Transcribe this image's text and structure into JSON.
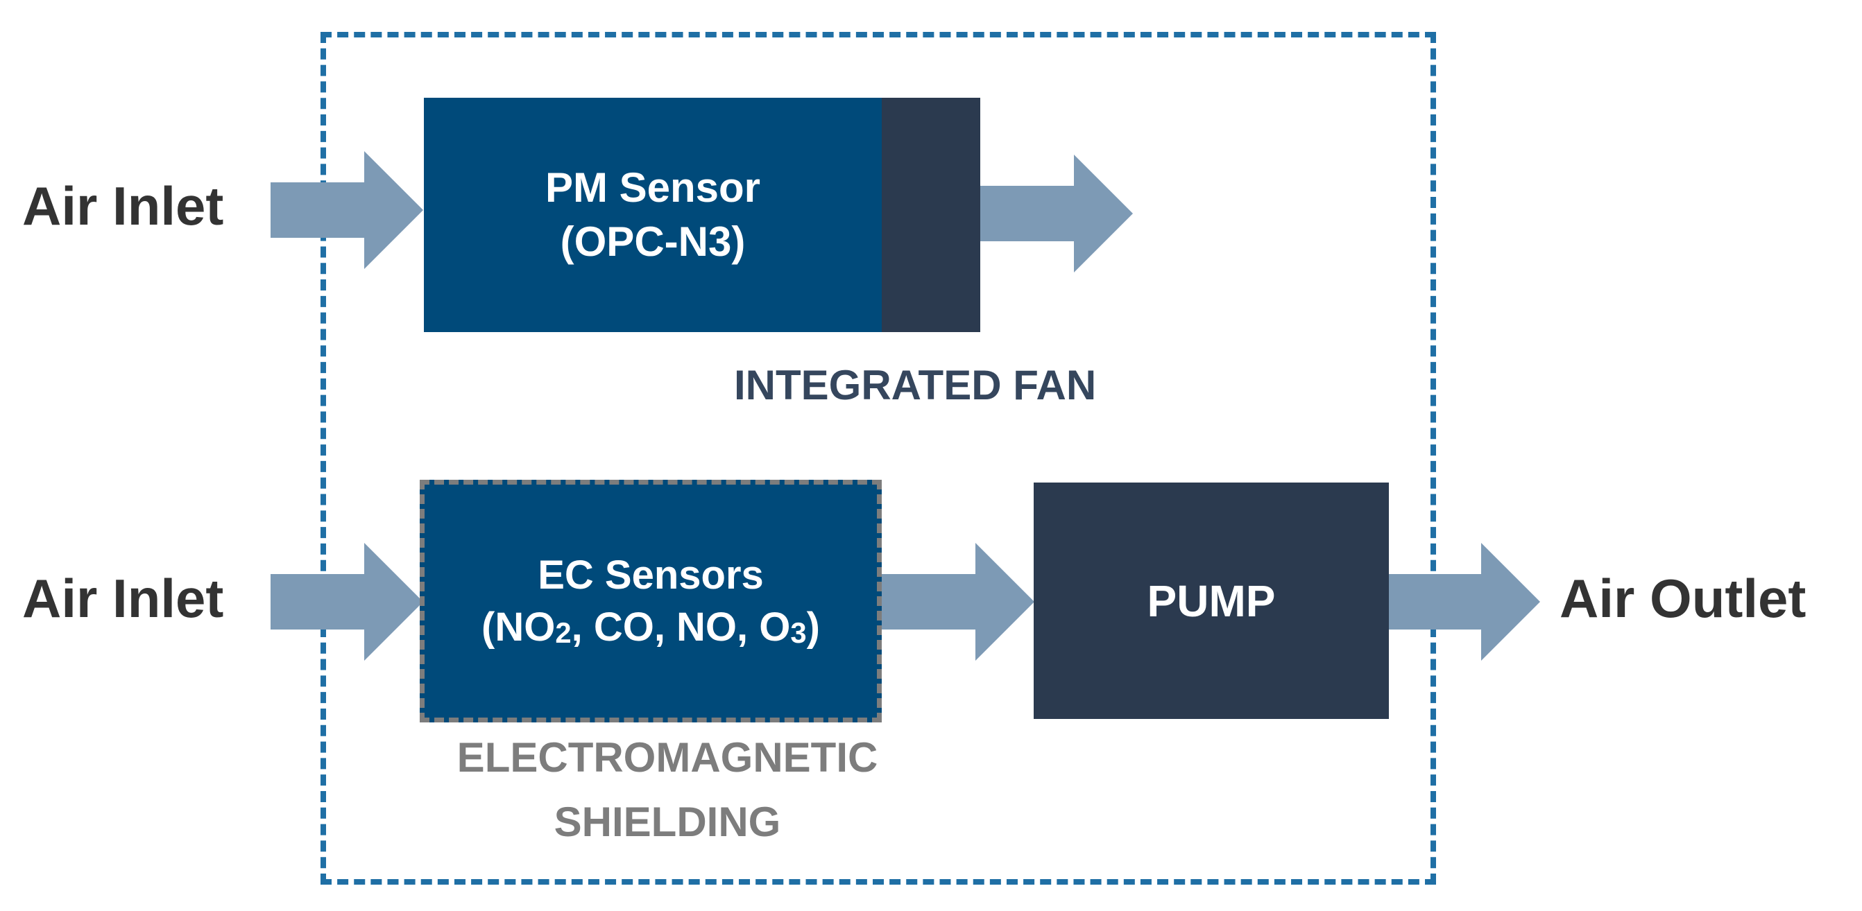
{
  "diagram": {
    "colors": {
      "enclosure_border": "#1f6fa5",
      "sensor_box": "#004a7a",
      "dark_box": "#2b3a4f",
      "arrow": "#7d9ab5",
      "shield_border": "#7d7d7d",
      "label_text": "#333333"
    },
    "inlet_top_label": "Air Inlet",
    "inlet_bottom_label": "Air Inlet",
    "outlet_label": "Air Outlet",
    "pm_sensor": {
      "line1": "PM Sensor",
      "line2": "(OPC-N3)"
    },
    "integrated_fan_label": "INTEGRATED FAN",
    "ec_sensors": {
      "line1": "EC Sensors",
      "line2_prefix": "(NO",
      "no2_sub": "2",
      "line2_mid": ", CO, NO, O",
      "o3_sub": "3",
      "line2_suffix": ")"
    },
    "shielding_label_line1": "ELECTROMAGNETIC",
    "shielding_label_line2": "SHIELDING",
    "pump_label": "PUMP"
  }
}
